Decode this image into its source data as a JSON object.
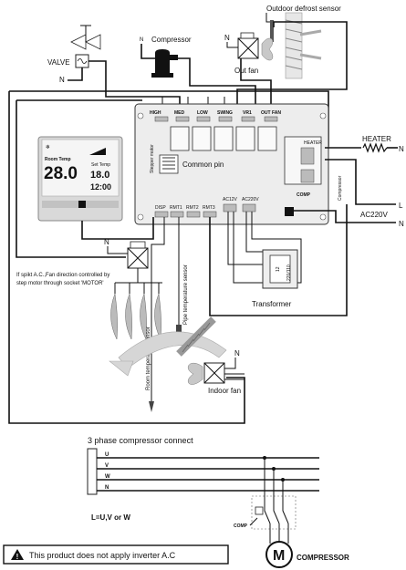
{
  "labels": {
    "outdoor_defrost_sensor": "Outdoor defrost sensor",
    "compressor": "Compressor",
    "out_fan": "Out fan",
    "valve": "VALVE",
    "n": "N",
    "heater": "HEATER",
    "l": "L",
    "ac220v": "AC220V",
    "common_pin": "Common pin",
    "transformer": "Transformer",
    "indoor_fan": "Indoor fan",
    "pipe_temp_sensor": "Pipe temperature sensor",
    "room_temp_sensor": "Room temperature sensor",
    "spikt_note_1": "If spikt A.C.,Fan direction controlled by",
    "spikt_note_2": "step motor through socket 'MOTOR'"
  },
  "board": {
    "relays": [
      "HIGH",
      "MED",
      "LOW",
      "SWING",
      "VR1",
      "OUT FAN"
    ],
    "ports": [
      "DISP",
      "RMT1",
      "RMT2",
      "RMT3",
      "AC12V",
      "AC220V"
    ],
    "side": [
      "HEATER",
      "Compressor"
    ],
    "sub": "Stepper motor",
    "comp": "COMP",
    "transformer_vals": [
      "12",
      "220/110"
    ]
  },
  "thermostat": {
    "room_temp_label": "Room Temp",
    "set_temp_label": "Set Temp",
    "room_temp": "28.0",
    "set_temp": "18.0",
    "time": "12:00"
  },
  "three_phase": {
    "title": "3 phase compressor connect",
    "lines": [
      "U",
      "V",
      "W",
      "N"
    ],
    "note": "L=U,V or W",
    "comp_label": "COMP",
    "motor_letter": "M",
    "motor_label": "COMPRESSOR"
  },
  "warning": {
    "icon": "warning-icon",
    "text": "This product does not apply inverter A.C"
  }
}
